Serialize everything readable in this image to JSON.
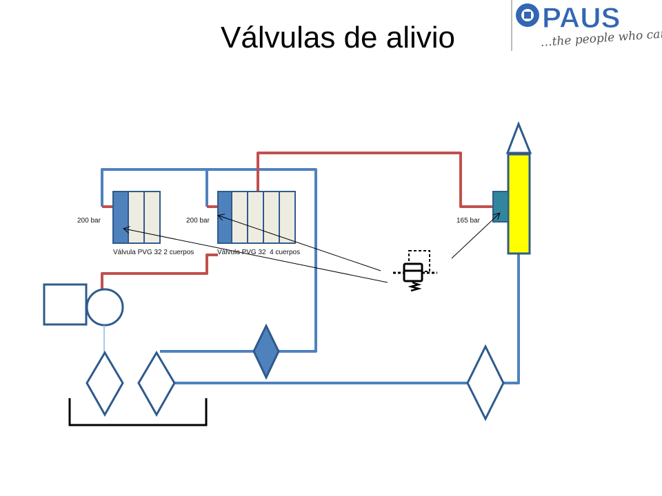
{
  "slide": {
    "title": "Válvulas de alivio"
  },
  "logo": {
    "brand": "PAUS",
    "tagline": "…the people who care"
  },
  "diagram": {
    "pressure_left": "200 bar",
    "pressure_mid": "200 bar",
    "pressure_right": "165 bar",
    "valve_2_label": "Válvula PVG 32 2 cuerpos",
    "valve_4_label": "Válvula PVG 32  4 cuerpos"
  },
  "colors": {
    "pressure_line": "#c0504d",
    "return_line": "#4f81bd",
    "outline": "#2e5a8c",
    "valve_body": "#eeece1",
    "valve_end": "#4f81bd",
    "cylinder": "#ffff00",
    "port": "#31859c"
  }
}
